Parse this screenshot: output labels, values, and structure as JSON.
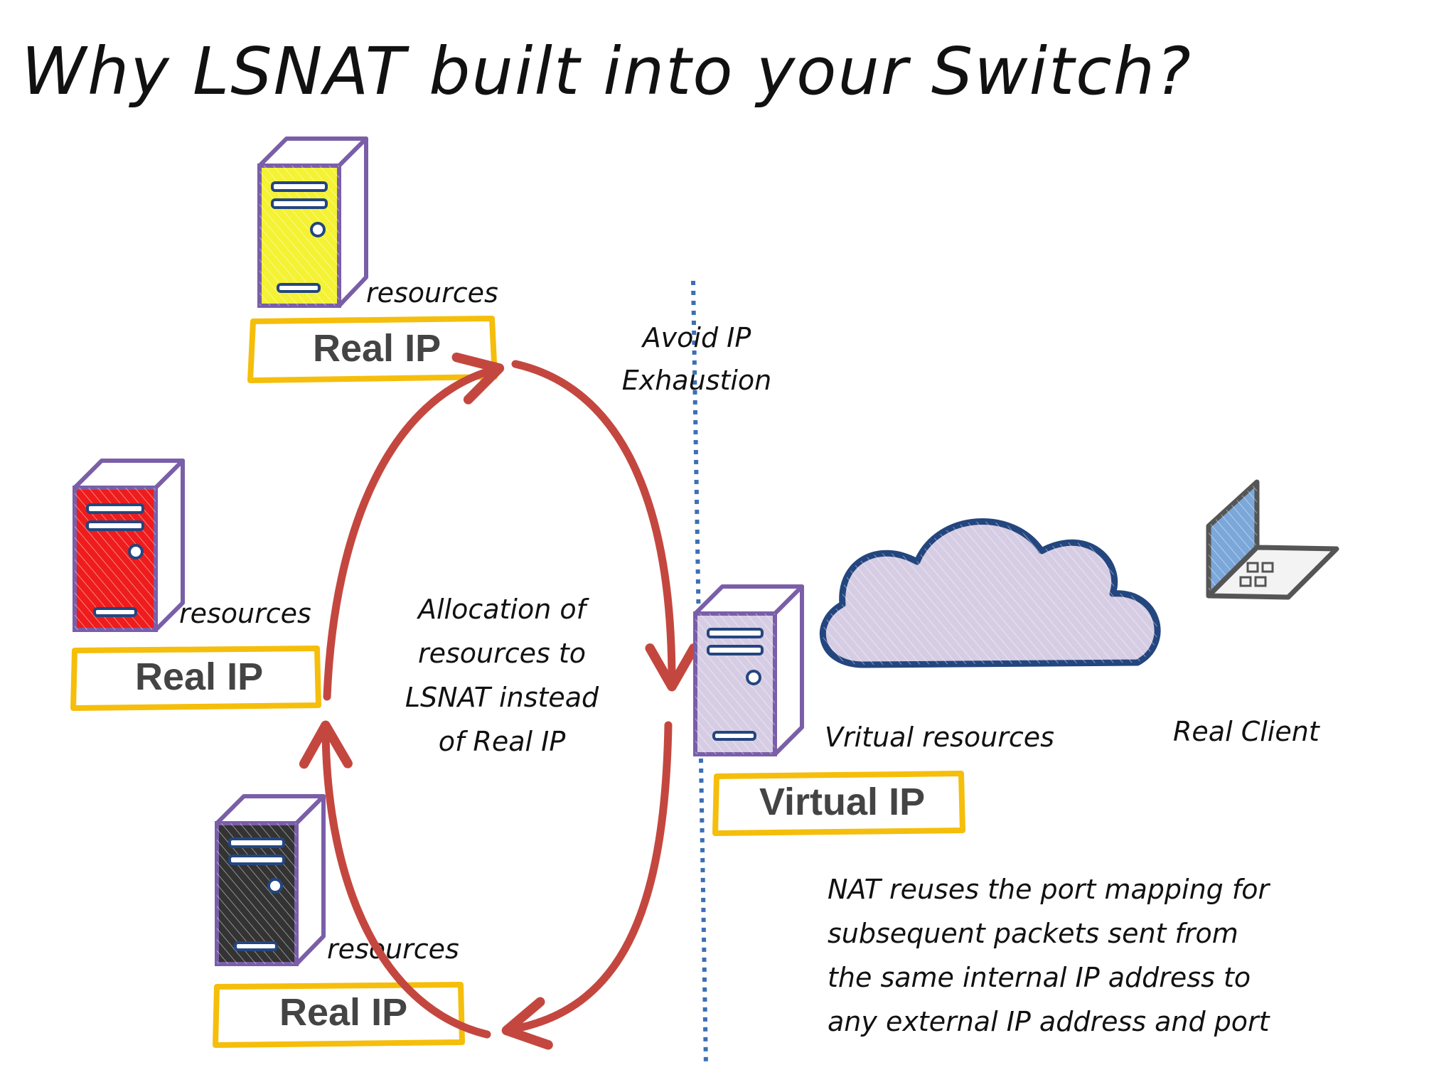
{
  "title": "Why LSNAT built into your Switch?",
  "servers": [
    {
      "resources_label": "resources",
      "ip_label": "Real IP",
      "color": "#f4f233"
    },
    {
      "resources_label": "resources",
      "ip_label": "Real IP",
      "color": "#ee1c1c"
    },
    {
      "resources_label": "resources",
      "ip_label": "Real IP",
      "color": "#333333"
    }
  ],
  "virtual": {
    "resources_label": "Vritual resources",
    "ip_label": "Virtual IP",
    "color": "#d6cde4"
  },
  "client_label": "Real Client",
  "avoid_text": [
    "Avoid IP",
    "Exhaustion"
  ],
  "center_text": [
    "Allocation of",
    "resources to",
    "LSNAT instead",
    "of Real IP"
  ],
  "nat_text": [
    "NAT reuses the port mapping for",
    "subsequent packets sent from",
    "the same internal IP address to",
    "any external IP address and port"
  ],
  "colors": {
    "ip_box_border": "#f5be0b",
    "server_outline": "#7a5ea8",
    "arrow": "#c4473f",
    "divider": "#3d6fb5",
    "cloud_fill": "#d6cde4",
    "cloud_stroke": "#24467f",
    "laptop_screen": "#7ba7d9"
  },
  "icons": [
    "server-icon",
    "cloud-icon",
    "laptop-icon"
  ]
}
